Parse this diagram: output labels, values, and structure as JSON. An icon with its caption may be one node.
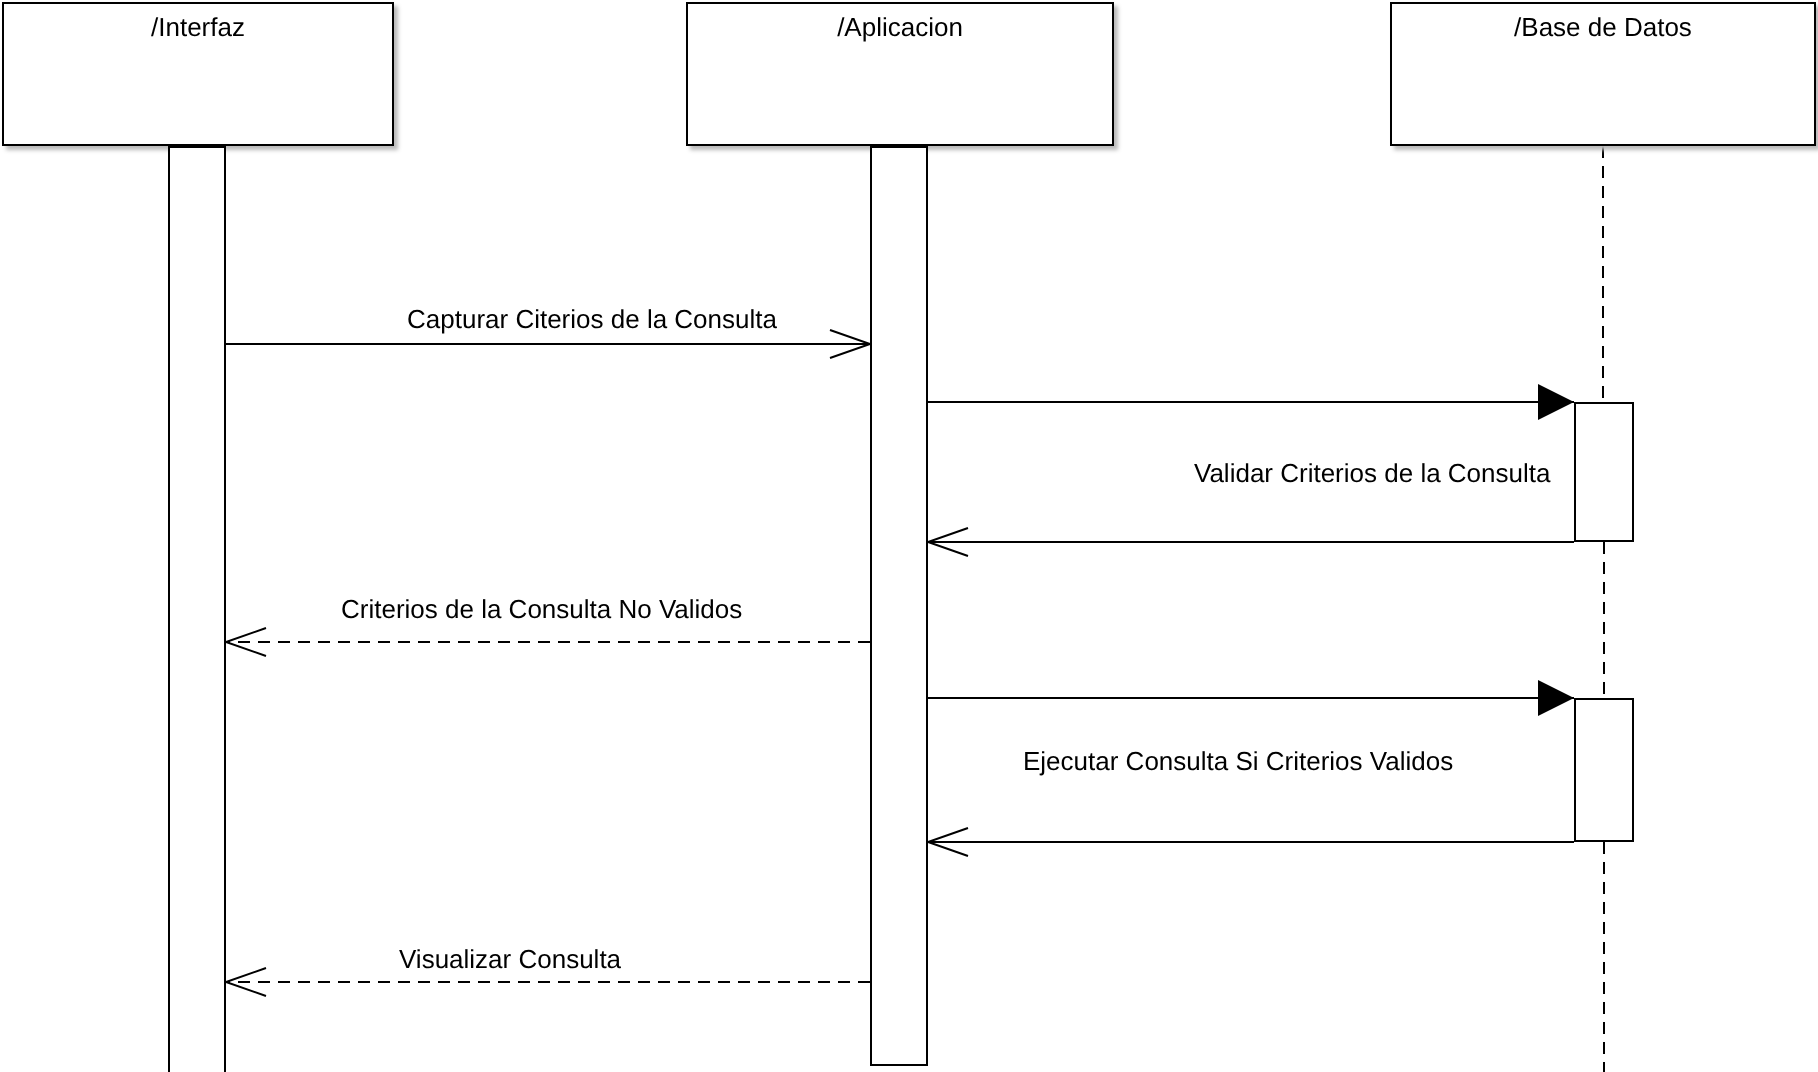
{
  "diagram": {
    "nodes": [
      {
        "text": [
          "/Interfaz"
        ]
      },
      {
        "text": [
          "/Aplicacion"
        ]
      },
      {
        "text": [
          "/Base de Datos"
        ]
      },
      {
        "text": [],
        "shape": "bar"
      },
      {
        "text": [],
        "shape": "bar"
      },
      {
        "text": [],
        "shape": "bar"
      },
      {
        "text": [],
        "shape": "bar"
      }
    ],
    "edges": [
      {
        "from": 2,
        "to": 5,
        "arrow": "none",
        "style": "dashed"
      },
      {
        "from": 5,
        "to": 6,
        "arrow": "none",
        "style": "dashed"
      },
      {
        "from": 6,
        "to": null,
        "arrow": "none",
        "style": "dashed"
      },
      {
        "from": 3,
        "to": 4,
        "arrow": "to",
        "label": "Capturar Citerios de la Consulta"
      },
      {
        "from": 4,
        "to": 5,
        "arrow": "to",
        "label": "Validar Criterios de la Consulta"
      },
      {
        "from": 5,
        "to": 4,
        "arrow": "to"
      },
      {
        "from": 4,
        "to": 3,
        "arrow": "to",
        "style": "dashed",
        "label": "Criterios de la Consulta No Validos"
      },
      {
        "from": 4,
        "to": 6,
        "arrow": "to",
        "label": "Ejecutar Consulta Si Criterios Validos"
      },
      {
        "from": 6,
        "to": 4,
        "arrow": "to"
      },
      {
        "from": 4,
        "to": 3,
        "arrow": "to",
        "style": "dashed",
        "label": "Visualizar Consulta"
      }
    ]
  }
}
